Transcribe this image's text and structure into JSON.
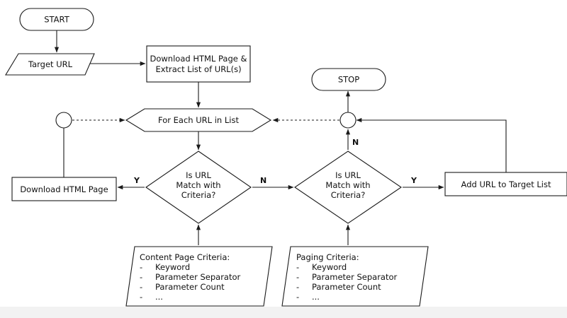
{
  "diagram": {
    "nodes": {
      "start": "START",
      "stop": "STOP",
      "target_url": "Target URL",
      "download_extract": [
        "Download HTML Page &",
        "Extract List of URL(s)"
      ],
      "for_each": "For Each URL in List",
      "decision_content": [
        "Is URL",
        "Match with",
        "Criteria?"
      ],
      "decision_paging": [
        "Is URL",
        "Match with",
        "Criteria?"
      ],
      "download_page": "Download HTML Page",
      "add_url": "Add URL to Target List",
      "content_criteria": {
        "title": "Content Page Criteria:",
        "items": [
          "Keyword",
          "Parameter Separator",
          "Parameter Count",
          "..."
        ]
      },
      "paging_criteria": {
        "title": "Paging Criteria:",
        "items": [
          "Keyword",
          "Parameter Separator",
          "Parameter Count",
          "..."
        ]
      }
    },
    "edge_labels": {
      "content_yes": "Y",
      "content_no": "N",
      "paging_yes": "Y",
      "paging_no": "N"
    },
    "bullet": "-"
  }
}
